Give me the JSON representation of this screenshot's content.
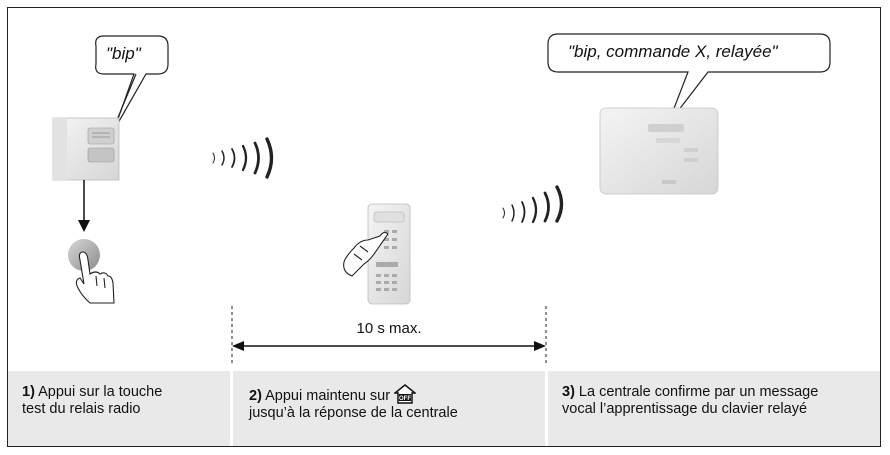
{
  "bubbles": {
    "left": "\"bip\"",
    "right": "\"bip, commande X, relayée\""
  },
  "dimension": {
    "label": "10 s max."
  },
  "steps": [
    {
      "number": "1)",
      "line1": " Appui sur la touche",
      "line2": "test du relais radio"
    },
    {
      "number": "2)",
      "line1": " Appui maintenu sur",
      "line2": "jusqu’à la réponse de la centrale"
    },
    {
      "number": "3)",
      "line1": " La centrale confirme par un message",
      "line2": "vocal l’apprentissage du clavier relayé"
    }
  ],
  "icons": [
    "off-house-icon"
  ],
  "colors": {
    "panel_bg": "#e9e9e9",
    "border": "#222222"
  }
}
